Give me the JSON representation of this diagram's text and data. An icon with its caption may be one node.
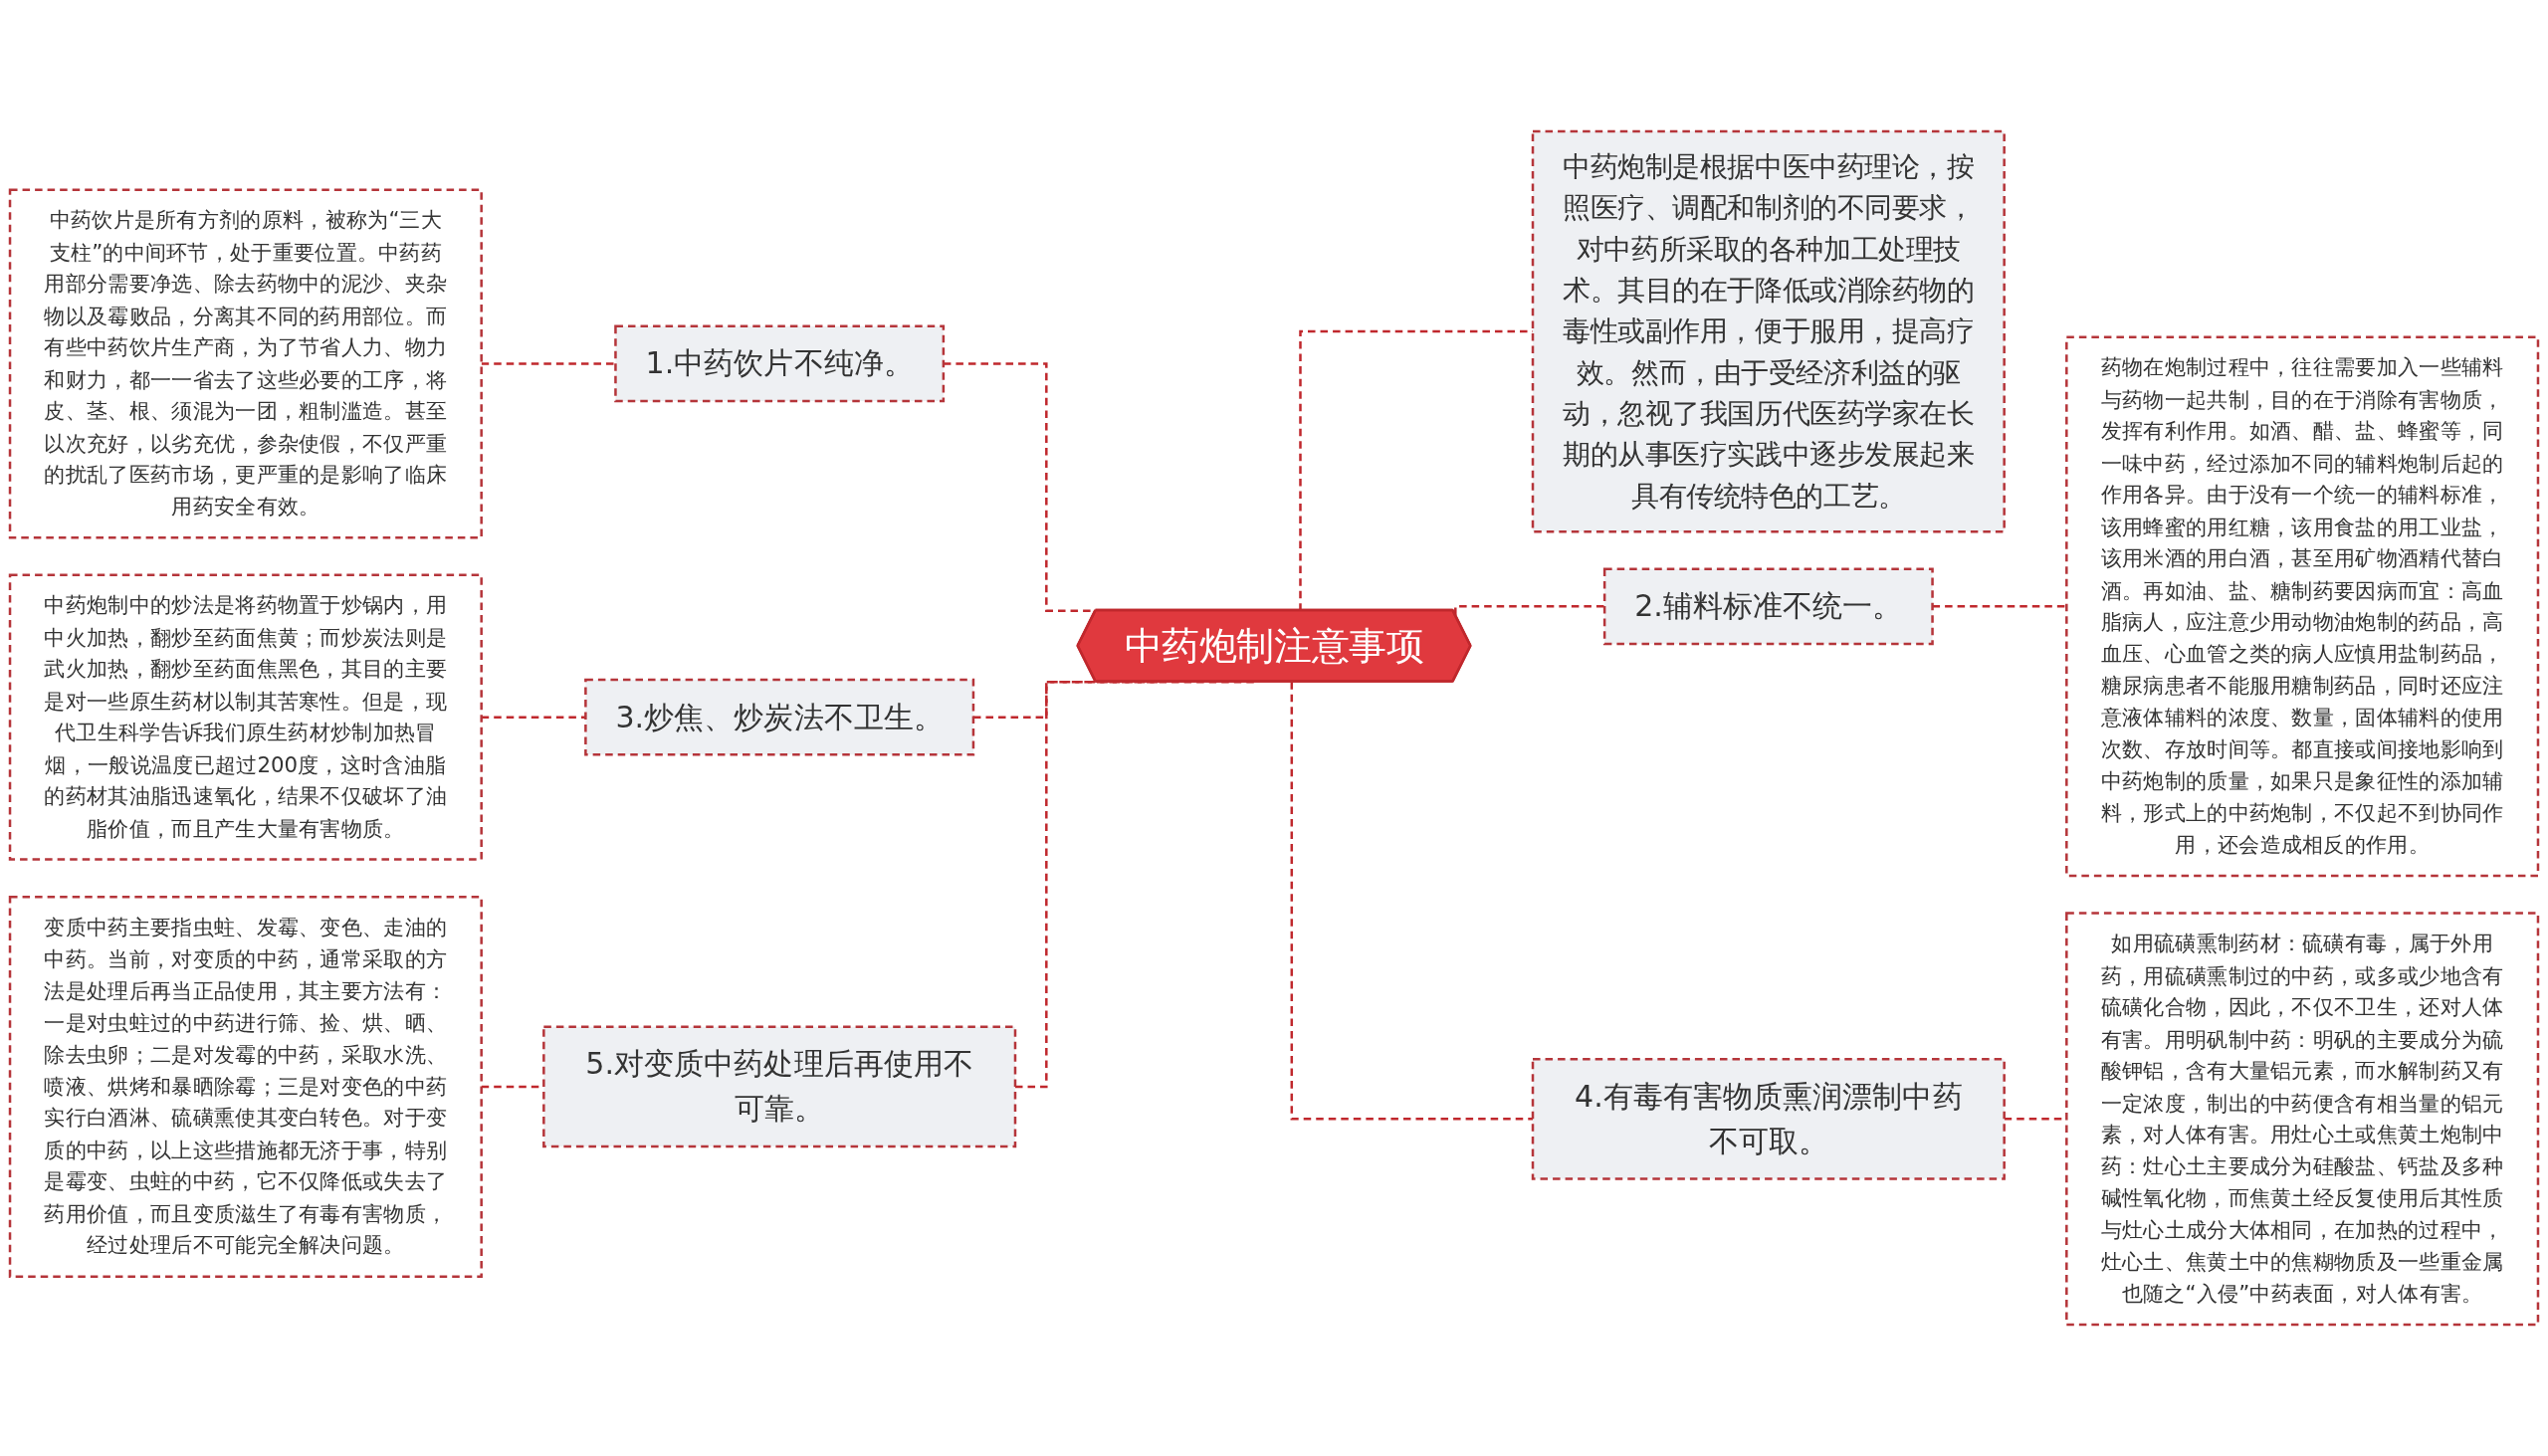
{
  "diagram": {
    "nodes": [
      {
        "text": [
          "中药炮制注意事项"
        ]
      },
      {
        "text": [
          "1.中药饮片不纯净。"
        ]
      },
      {
        "text": [
          "中药饮片是所有方剂的原料，被称为“三大支柱”的中间环节，处于重要位置。中药药用部分需要净选、除去药物中的泥沙、夹杂物以及霉败品，分离其不同的药用部位。而有些中药饮片生产商，为了节省人力、物力和财力，都一一省去了这些必要的工序，将皮、茎、根、须混为一团，粗制滥造。甚至以次充好，以劣充优，参杂使假，不仅严重的扰乱了医药市场，更严重的是影响了临床用药安全有效。"
        ]
      },
      {
        "text": [
          "3.炒焦、炒炭法不卫生。"
        ]
      },
      {
        "text": [
          "中药炮制中的炒法是将药物置于炒锅内，用中火加热，翻炒至药面焦黄；而炒炭法则是武火加热，翻炒至药面焦黑色，其目的主要是对一些原生药材以制其苦寒性。但是，现代卫生科学告诉我们原生药材炒制加热冒烟，一般说温度已超过200度，这时含油脂的药材其油脂迅速氧化，结果不仅破坏了油脂价值，而且产生大量有害物质。"
        ]
      },
      {
        "text": [
          "5.对变质中药处理后再使用不可靠。"
        ]
      },
      {
        "text": [
          "变质中药主要指虫蛀、发霉、变色、走油的中药。当前，对变质的中药，通常采取的方法是处理后再当正品使用，其主要方法有：一是对虫蛀过的中药进行筛、捡、烘、晒、除去虫卵；二是对发霉的中药，采取水洗、喷液、烘烤和暴晒除霉；三是对变色的中药实行白酒淋、硫磺熏使其变白转色。对于变质的中药，以上这些措施都无济于事，特别是霉变、虫蛀的中药，它不仅降低或失去了药用价值，而且变质滋生了有毒有害物质，经过处理后不可能完全解决问题。"
        ]
      },
      {
        "text": [
          "中药炮制是根据中医中药理论，按照医疗、调配和制剂的不同要求，对中药所采取的各种加工处理技术。其目的在于降低或消除药物的毒性或副作用，便于服用，提高疗效。然而，由于受经济利益的驱动，忽视了我国历代医药学家在长期的从事医疗实践中逐步发展起来具有传统特色的工艺。"
        ]
      },
      {
        "text": [
          "2.辅料标准不统一。"
        ]
      },
      {
        "text": [
          "药物在炮制过程中，往往需要加入一些辅料与药物一起共制，目的在于消除有害物质，发挥有利作用。如酒、醋、盐、蜂蜜等，同一味中药，经过添加不同的辅料炮制后起的作用各异。由于没有一个统一的辅料标准，该用蜂蜜的用红糖，该用食盐的用工业盐，该用米酒的用白酒，甚至用矿物酒精代替白酒。再如油、盐、糖制药要因病而宜：高血脂病人，应注意少用动物油炮制的药品，高血压、心血管之类的病人应慎用盐制药品，糖尿病患者不能服用糖制药品，同时还应注意液体辅料的浓度、数量，固体辅料的使用次数、存放时间等。都直接或间接地影响到中药炮制的质量，如果只是象征性的添加辅料，形式上的中药炮制，不仅起不到协同作用，还会造成相反的作用。"
        ]
      },
      {
        "text": [
          "4.有毒有害物质熏润漂制中药不可取。"
        ]
      },
      {
        "text": [
          "如用硫磺熏制药材：硫磺有毒，属于外用药，用硫磺熏制过的中药，或多或少地含有硫磺化合物，因此，不仅不卫生，还对人体有害。用明矾制中药：明矾的主要成分为硫酸钾铝，含有大量铝元素，而水解制药又有一定浓度，制出的中药便含有相当量的铝元素，对人体有害。用灶心土或焦黄土炮制中药：灶心土主要成分为硅酸盐、钙盐及多种碱性氧化物，而焦黄土经反复使用后其性质与灶心土成分大体相同，在加热的过程中，灶心土、焦黄土中的焦糊物质及一些重金属也随之“入侵”中药表面，对人体有害。"
        ]
      }
    ],
    "edges": [
      {
        "from": 0,
        "to": 1,
        "arrow": "none",
        "style": "dashed"
      },
      {
        "from": 1,
        "to": 2,
        "arrow": "none",
        "style": "dashed"
      },
      {
        "from": 0,
        "to": 3,
        "arrow": "none",
        "style": "dashed"
      },
      {
        "from": 3,
        "to": 4,
        "arrow": "none",
        "style": "dashed"
      },
      {
        "from": 0,
        "to": 5,
        "arrow": "none",
        "style": "dashed"
      },
      {
        "from": 5,
        "to": 6,
        "arrow": "none",
        "style": "dashed"
      },
      {
        "from": 0,
        "to": 7,
        "arrow": "none",
        "style": "dashed"
      },
      {
        "from": 0,
        "to": 8,
        "arrow": "none",
        "style": "dashed"
      },
      {
        "from": 8,
        "to": 9,
        "arrow": "none",
        "style": "dashed"
      },
      {
        "from": 0,
        "to": 10,
        "arrow": "none",
        "style": "dashed"
      },
      {
        "from": 10,
        "to": 11,
        "arrow": "none",
        "style": "dashed"
      }
    ]
  }
}
